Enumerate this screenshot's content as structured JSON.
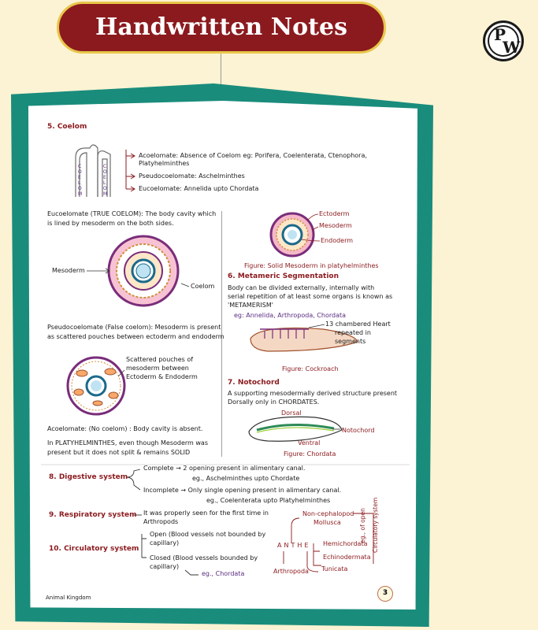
{
  "header": {
    "title": "Handwritten Notes",
    "logo_text_p": "P",
    "logo_text_w": "W"
  },
  "coelom": {
    "heading": "5.  Coelom",
    "acoelomate": "Acoelomate: Absence of Coelom eg: Porifera, Coelenterata, Ctenophora,",
    "acoelomate2": "Platyhelminthes",
    "pseudo": "Pseudocoelomate: Aschelminthes",
    "euco": "Eucoelomate: Annelida upto Chordata",
    "tube_letters": "COELOM"
  },
  "eucoelomate": {
    "line1": "Eucoelomate (TRUE COELOM): The body cavity which",
    "line2": "is lined by mesoderm on the both sides.",
    "mesoderm_label": "Mesoderm",
    "coelom_label": "Coelom"
  },
  "pseudocoelomate": {
    "line1": "Pseudocoelomate (False coelom): Mesoderm is present",
    "line2": "as scattered pouches between ectoderm and endoderm",
    "note1": "Scattered pouches of",
    "note2": "mesoderm between",
    "note3": "Ectoderm & Endoderm"
  },
  "acoelomate": {
    "line1": "Acoelomate: (No coelom) : Body cavity is absent.",
    "line2": "In PLATYHELMINTHES, even though Mesoderm was",
    "line3": "present but it does not split & remains SOLID"
  },
  "solid_mesoderm": {
    "ectoderm": "Ectoderm",
    "mesoderm": "Mesoderm",
    "endoderm": "Endoderm",
    "caption": "Figure: Solid Mesoderm in platyhelminthes"
  },
  "metameric": {
    "heading": "6.  Metameric Segmentation",
    "line1": "Body can be divided externally, internally with",
    "line2": "serial repetition of at least some organs is known as",
    "line3": "'METAMERISM'",
    "eg": "eg: Annelida, Arthropoda, Chordata",
    "heart1": "13 chambered Heart",
    "heart2": "repeated in",
    "heart3": "segments",
    "caption": "Figure: Cockroach"
  },
  "notochord": {
    "heading": "7.  Notochord",
    "line1": "A supporting mesodermally derived structure present",
    "line2": "Dorsally only in CHORDATES.",
    "dorsal": "Dorsal",
    "ventral": "Ventral",
    "label": "Notochord",
    "caption": "Figure: Chordata"
  },
  "digestive": {
    "heading": "8.  Digestive system",
    "complete": "Complete → 2 opening present in alimentary canal.",
    "complete_eg": "eg., Aschelminthes upto Chordate",
    "incomplete": "Incomplete → Only single opening present in alimentary canal.",
    "incomplete_eg": "eg., Coelenterata upto Platyhelminthes"
  },
  "respiratory": {
    "heading": "9.  Respiratory system",
    "line1": "It was properly seen for the first time in",
    "line2": "Arthropods"
  },
  "circulatory": {
    "heading": "10.  Circulatory system",
    "open1": "Open (Blood vessels not bounded by",
    "open2": "capillary)",
    "closed1": "Closed (Blood vessels bounded by",
    "closed2": "capillary)",
    "closed_eg": "eg., Chordata",
    "anthe": "ANTHE",
    "noncephalo1": "Non-cephalopod",
    "noncephalo2": "Mollusca",
    "hemichordata": "Hemichordata",
    "echinodermata": "Echinodermata",
    "tunicata": "Tunicata",
    "arthropoda": "Arthropoda",
    "side_note1": "eg., of open",
    "side_note2": "Circulatory system"
  },
  "footer": {
    "chapter": "Animal Kingdom",
    "page": "3"
  }
}
